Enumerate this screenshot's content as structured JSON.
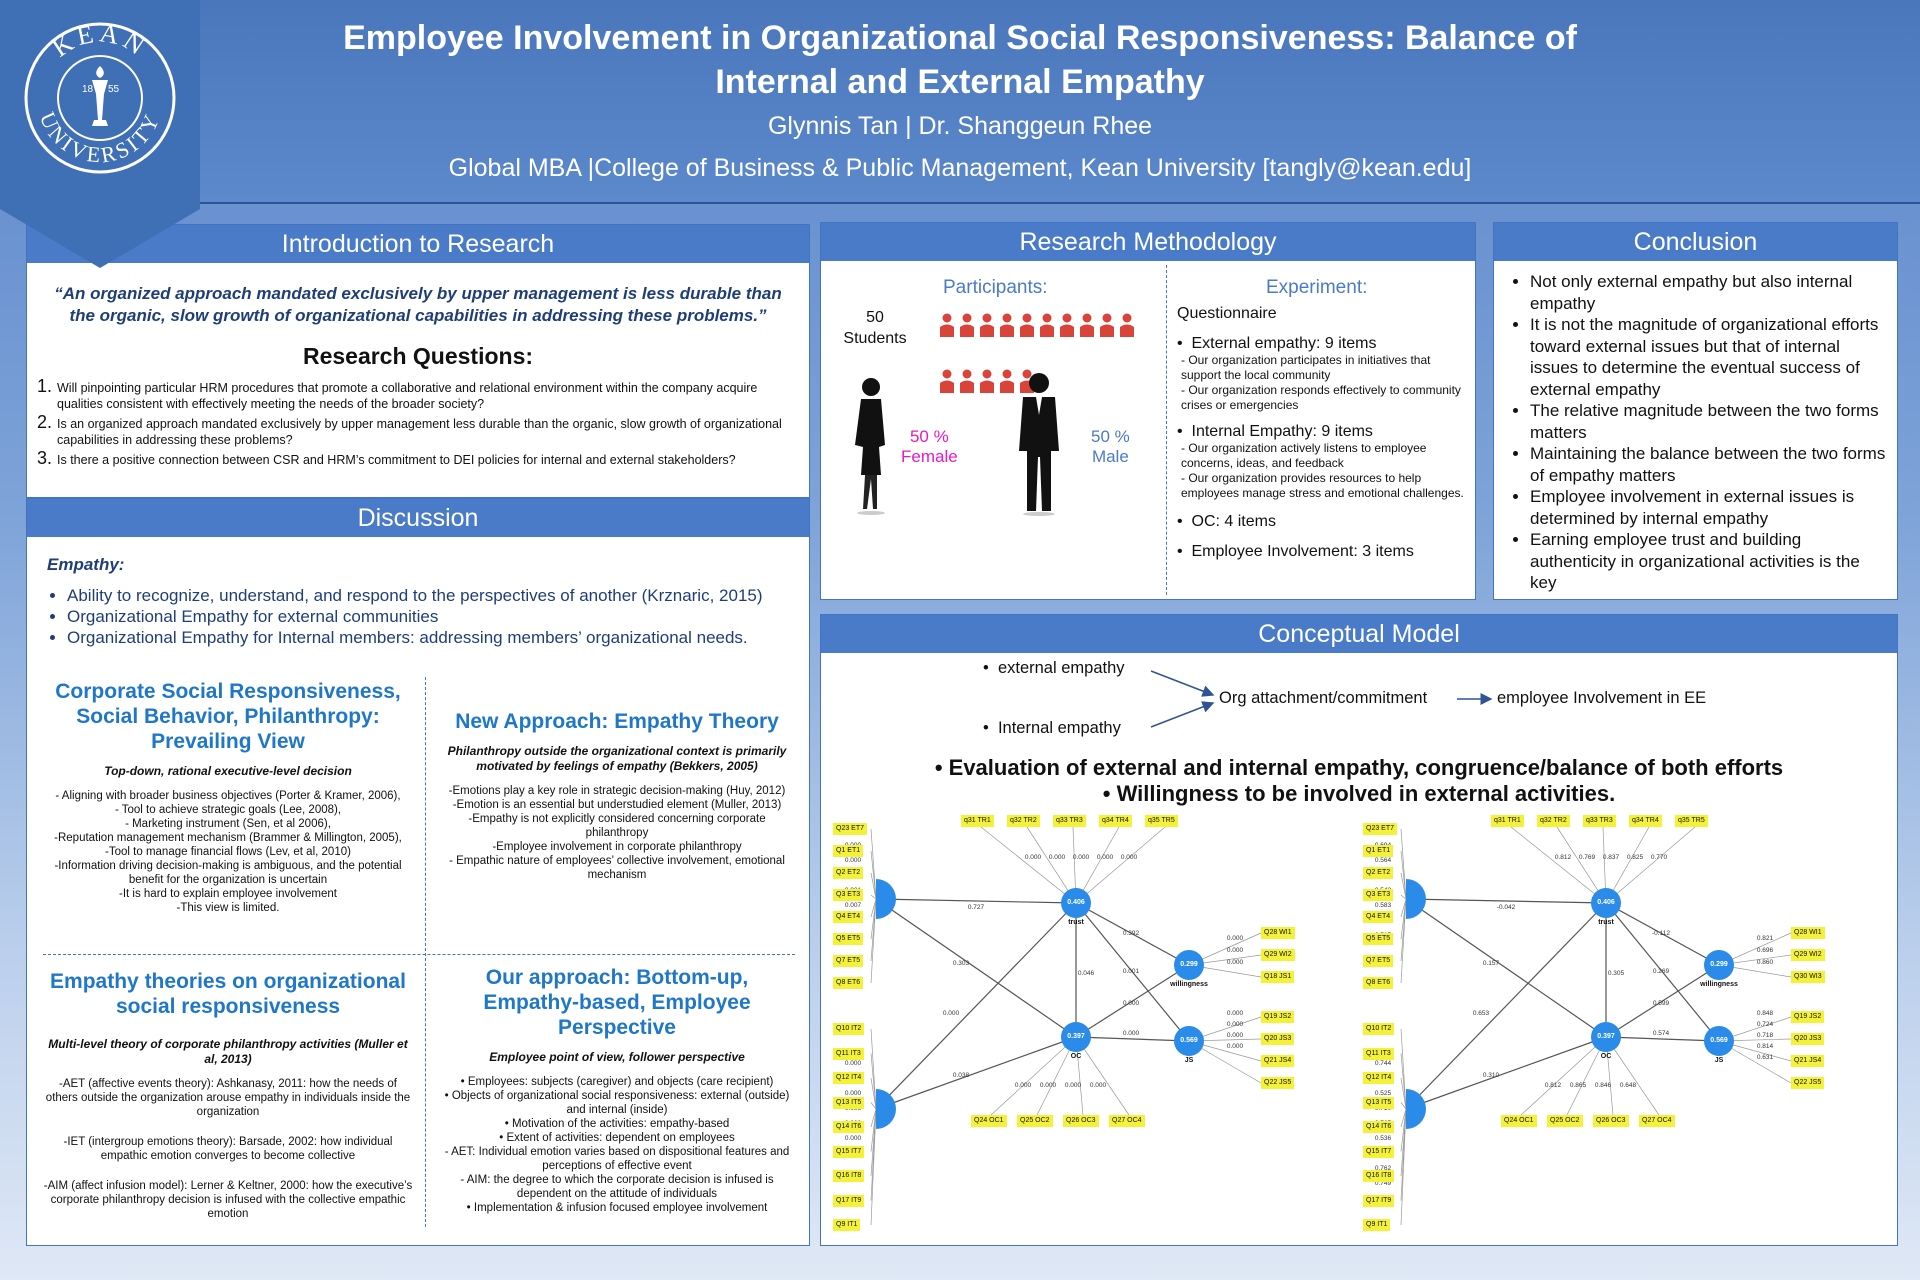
{
  "header": {
    "seal_text_top": "KEAN",
    "seal_text_bottom": "UNIVERSITY",
    "seal_year_left": "18",
    "seal_year_right": "55",
    "title_line1": "Employee Involvement in Organizational Social Responsiveness: Balance of",
    "title_line2": "Internal and External Empathy",
    "authors": "Glynnis Tan | Dr. Shanggeun Rhee",
    "affiliation": "Global MBA |College of Business & Public Management, Kean University [tangly@kean.edu]"
  },
  "intro": {
    "title": "Introduction to Research",
    "quote": "“An organized approach mandated exclusively by upper management is less durable than the organic, slow growth of organizational capabilities in addressing these problems.”",
    "rq_title": "Research Questions:",
    "questions": [
      "Will pinpointing particular HRM procedures that promote a collaborative and relational environment within the company acquire qualities consistent with effectively meeting the needs of the broader society?",
      "Is an organized approach mandated exclusively by upper management less durable than the organic, slow growth of organizational capabilities in addressing these problems?",
      "Is there a positive connection between CSR and HRM’s commitment to DEI policies for internal and external stakeholders?"
    ]
  },
  "discussion": {
    "title": "Discussion",
    "empathy_heading": "Empathy:",
    "empathy_points": [
      "Ability to recognize, understand, and respond to the perspectives of another (Krznaric, 2015)",
      "Organizational Empathy for external communities",
      "Organizational Empathy for Internal members: addressing members’ organizational needs."
    ],
    "q1": {
      "title": "Corporate Social Responsiveness, Social Behavior, Philanthropy: Prevailing View",
      "sub": "Top-down, rational executive-level decision",
      "lines": [
        "- Aligning with broader business objectives (Porter & Kramer, 2006),",
        "- Tool to achieve strategic goals (Lee, 2008),",
        "- Marketing instrument (Sen, et al 2006),",
        "-Reputation management mechanism (Brammer & Millington, 2005),",
        "-Tool to manage financial flows (Lev, et al, 2010)",
        "-Information driving decision-making is ambiguous, and the potential benefit for the organization is uncertain",
        "-It is hard to explain employee involvement",
        "-This view is limited."
      ]
    },
    "q2": {
      "title": "New Approach: Empathy Theory",
      "sub": "Philanthropy outside the organizational context is primarily motivated by feelings of empathy (Bekkers, 2005)",
      "lines": [
        "-Emotions play a key role in strategic decision-making (Huy, 2012)",
        "-Emotion is an essential but understudied element (Muller, 2013)",
        "-Empathy is not explicitly considered concerning corporate philanthropy",
        "-Employee involvement in corporate philanthropy",
        "- Empathic nature of employees’ collective involvement, emotional mechanism"
      ]
    },
    "q3": {
      "title": "Empathy theories on organizational social responsiveness",
      "sub": "Multi-level theory of corporate philanthropy activities (Muller et al, 2013)",
      "lines": [
        "-AET (affective events theory): Ashkanasy, 2011: how the needs of others outside the organization arouse empathy in individuals inside the organization",
        "-IET (intergroup emotions theory): Barsade, 2002: how individual empathic emotion converges to become collective",
        "-AIM (affect infusion model): Lerner & Keltner, 2000: how the executive’s corporate philanthropy decision is infused with the collective empathic emotion"
      ]
    },
    "q4": {
      "title": "Our approach: Bottom-up, Empathy-based, Employee Perspective",
      "sub": "Employee point of view, follower perspective",
      "lines": [
        "•  Employees: subjects (caregiver) and objects (care recipient)",
        "•  Objects of organizational social responsiveness: external (outside) and internal (inside)",
        "•  Motivation of the activities: empathy-based",
        "•  Extent of activities: dependent on employees",
        "- AET: Individual emotion varies based on dispositional features and perceptions of effective event",
        "- AIM: the degree to which the corporate decision is infused is dependent on the attitude of individuals",
        "•  Implementation & infusion focused employee involvement"
      ]
    }
  },
  "methodology": {
    "title": "Research Methodology",
    "participants_label": "Participants:",
    "students_count": "50",
    "students_label": "Students",
    "female_pct": "50 %",
    "female_label": "Female",
    "male_pct": "50 %",
    "male_label": "Male",
    "experiment_label": "Experiment:",
    "questionnaire": "Questionnaire",
    "external": "External empathy: 9 items",
    "external_sub": [
      "Our organization participates in initiatives that support the local community",
      "Our organization responds effectively to community crises or emergencies"
    ],
    "internal": "Internal Empathy: 9 items",
    "internal_sub": [
      "Our organization actively listens to employee concerns, ideas, and feedback",
      "Our organization provides resources to help employees manage stress and emotional challenges."
    ],
    "oc": "OC: 4 items",
    "ei": "Employee Involvement: 3 items"
  },
  "conclusion": {
    "title": "Conclusion",
    "points": [
      "Not only external empathy but also internal empathy",
      "It is not the magnitude of organizational efforts toward external issues but that of internal issues to determine the eventual success of external empathy",
      "The relative magnitude between the two forms matters",
      "Maintaining the balance between the two forms of empathy matters",
      "Employee involvement in external issues is determined by internal empathy",
      "Earning employee trust and building authenticity in organizational activities is the key"
    ]
  },
  "model": {
    "title": "Conceptual Model",
    "external": "external empathy",
    "internal": "Internal empathy",
    "org": "Org attachment/commitment",
    "involvement": "employee Involvement in EE",
    "eval1": "• Evaluation of external and internal empathy, congruence/balance of both efforts",
    "eval2": "• Willingness to be involved in external activities."
  },
  "diagram_left": {
    "trust_items": [
      "q31 TR1",
      "q32 TR2",
      "q33 TR3",
      "q34 TR4",
      "q35 TR5"
    ],
    "trust_loadings": [
      "0.000",
      "0.000",
      "0.000",
      "0.000",
      "0.000"
    ],
    "trust_value": "0.406",
    "trust_label": "trust",
    "oc_value": "0.397",
    "oc_label": "OC",
    "will_value": "0.299",
    "will_label": "willingness",
    "js_value": "0.569",
    "js_label": "JS",
    "ext_items": [
      "Q23 ET7",
      "Q1 ET1",
      "Q2 ET2",
      "Q3 ET3",
      "Q4 ET4",
      "Q5 ET5",
      "Q7 ET5",
      "Q8 ET6"
    ],
    "ext_loadings": [
      "0.000",
      "0.000",
      "0.027",
      "0.001",
      "0.007",
      "0.027"
    ],
    "int_items": [
      "Q10 IT2",
      "Q11 IT3",
      "Q12 IT4",
      "Q13 IT5",
      "Q14 IT6",
      "Q15 IT7",
      "Q16 IT8",
      "Q17 IT9",
      "Q9 IT1"
    ],
    "int_loadings": [
      "0.000",
      "0.000",
      "0.000",
      "0.006",
      "0.000",
      "0.000"
    ],
    "will_items": [
      "Q28 WI1",
      "Q29 WI2",
      "Q18 JS1"
    ],
    "will_loadings": [
      "0.000",
      "0.000",
      "0.000"
    ],
    "js_items": [
      "Q19 JS2",
      "Q20 JS3",
      "Q21 JS4",
      "Q22 JS5"
    ],
    "js_loadings": [
      "0.000",
      "0.000",
      "0.000",
      "0.000"
    ],
    "oc_items": [
      "Q24 OC1",
      "Q25 OC2",
      "Q26 OC3",
      "Q27 OC4"
    ],
    "oc_loadings": [
      "0.000",
      "0.000",
      "0.000",
      "0.000"
    ],
    "paths": {
      "ext_trust": "0.727",
      "ext_oc": "0.303",
      "int_oc": "0.038",
      "int_trust": "0.000",
      "trust_oc": "0.046",
      "trust_will": "0.392",
      "trust_js": "0.001",
      "oc_will": "0.000",
      "oc_js": "0.000"
    }
  },
  "diagram_right": {
    "trust_items": [
      "q31 TR1",
      "q32 TR2",
      "q33 TR3",
      "q34 TR4",
      "q35 TR5"
    ],
    "trust_loadings": [
      "0.812",
      "0.769",
      "0.837",
      "0.825",
      "0.770"
    ],
    "trust_value": "0.406",
    "trust_label": "trust",
    "oc_value": "0.397",
    "oc_label": "OC",
    "will_value": "0.299",
    "will_label": "willingness",
    "js_value": "0.569",
    "js_label": "JS",
    "ext_items": [
      "Q23 ET7",
      "Q1 ET1",
      "Q2 ET2",
      "Q3 ET3",
      "Q4 ET4",
      "Q5 ET5",
      "Q7 ET5",
      "Q8 ET6"
    ],
    "ext_loadings": [
      "0.694",
      "0.564",
      "0.267",
      "0.542",
      "0.583",
      "0.556",
      "0.515"
    ],
    "int_items": [
      "Q10 IT2",
      "Q11 IT3",
      "Q12 IT4",
      "Q13 IT5",
      "Q14 IT6",
      "Q15 IT7",
      "Q16 IT8",
      "Q17 IT9",
      "Q9 IT1"
    ],
    "int_loadings": [
      "0.744",
      "0.747",
      "0.525",
      "0.710",
      "0.767",
      "0.536",
      "0.641",
      "0.762",
      "0.749"
    ],
    "will_items": [
      "Q28 WI1",
      "Q29 WI2",
      "Q30 WI3"
    ],
    "will_loadings": [
      "0.821",
      "0.696",
      "0.860"
    ],
    "js_items": [
      "Q19 JS2",
      "Q20 JS3",
      "Q21 JS4",
      "Q22 JS5"
    ],
    "js_loadings": [
      "0.848",
      "0.724",
      "0.718",
      "0.814",
      "0.631"
    ],
    "oc_items": [
      "Q24 OC1",
      "Q25 OC2",
      "Q26 OC3",
      "Q27 OC4"
    ],
    "oc_loadings": [
      "0.812",
      "0.865",
      "0.846",
      "0.648"
    ],
    "paths": {
      "ext_trust": "-0.042",
      "ext_oc": "0.157",
      "int_oc": "0.310",
      "int_trust": "0.653",
      "trust_oc": "0.305",
      "trust_will": "-0.112",
      "trust_js": "0.269",
      "oc_will": "0.599",
      "oc_js": "0.574"
    }
  }
}
